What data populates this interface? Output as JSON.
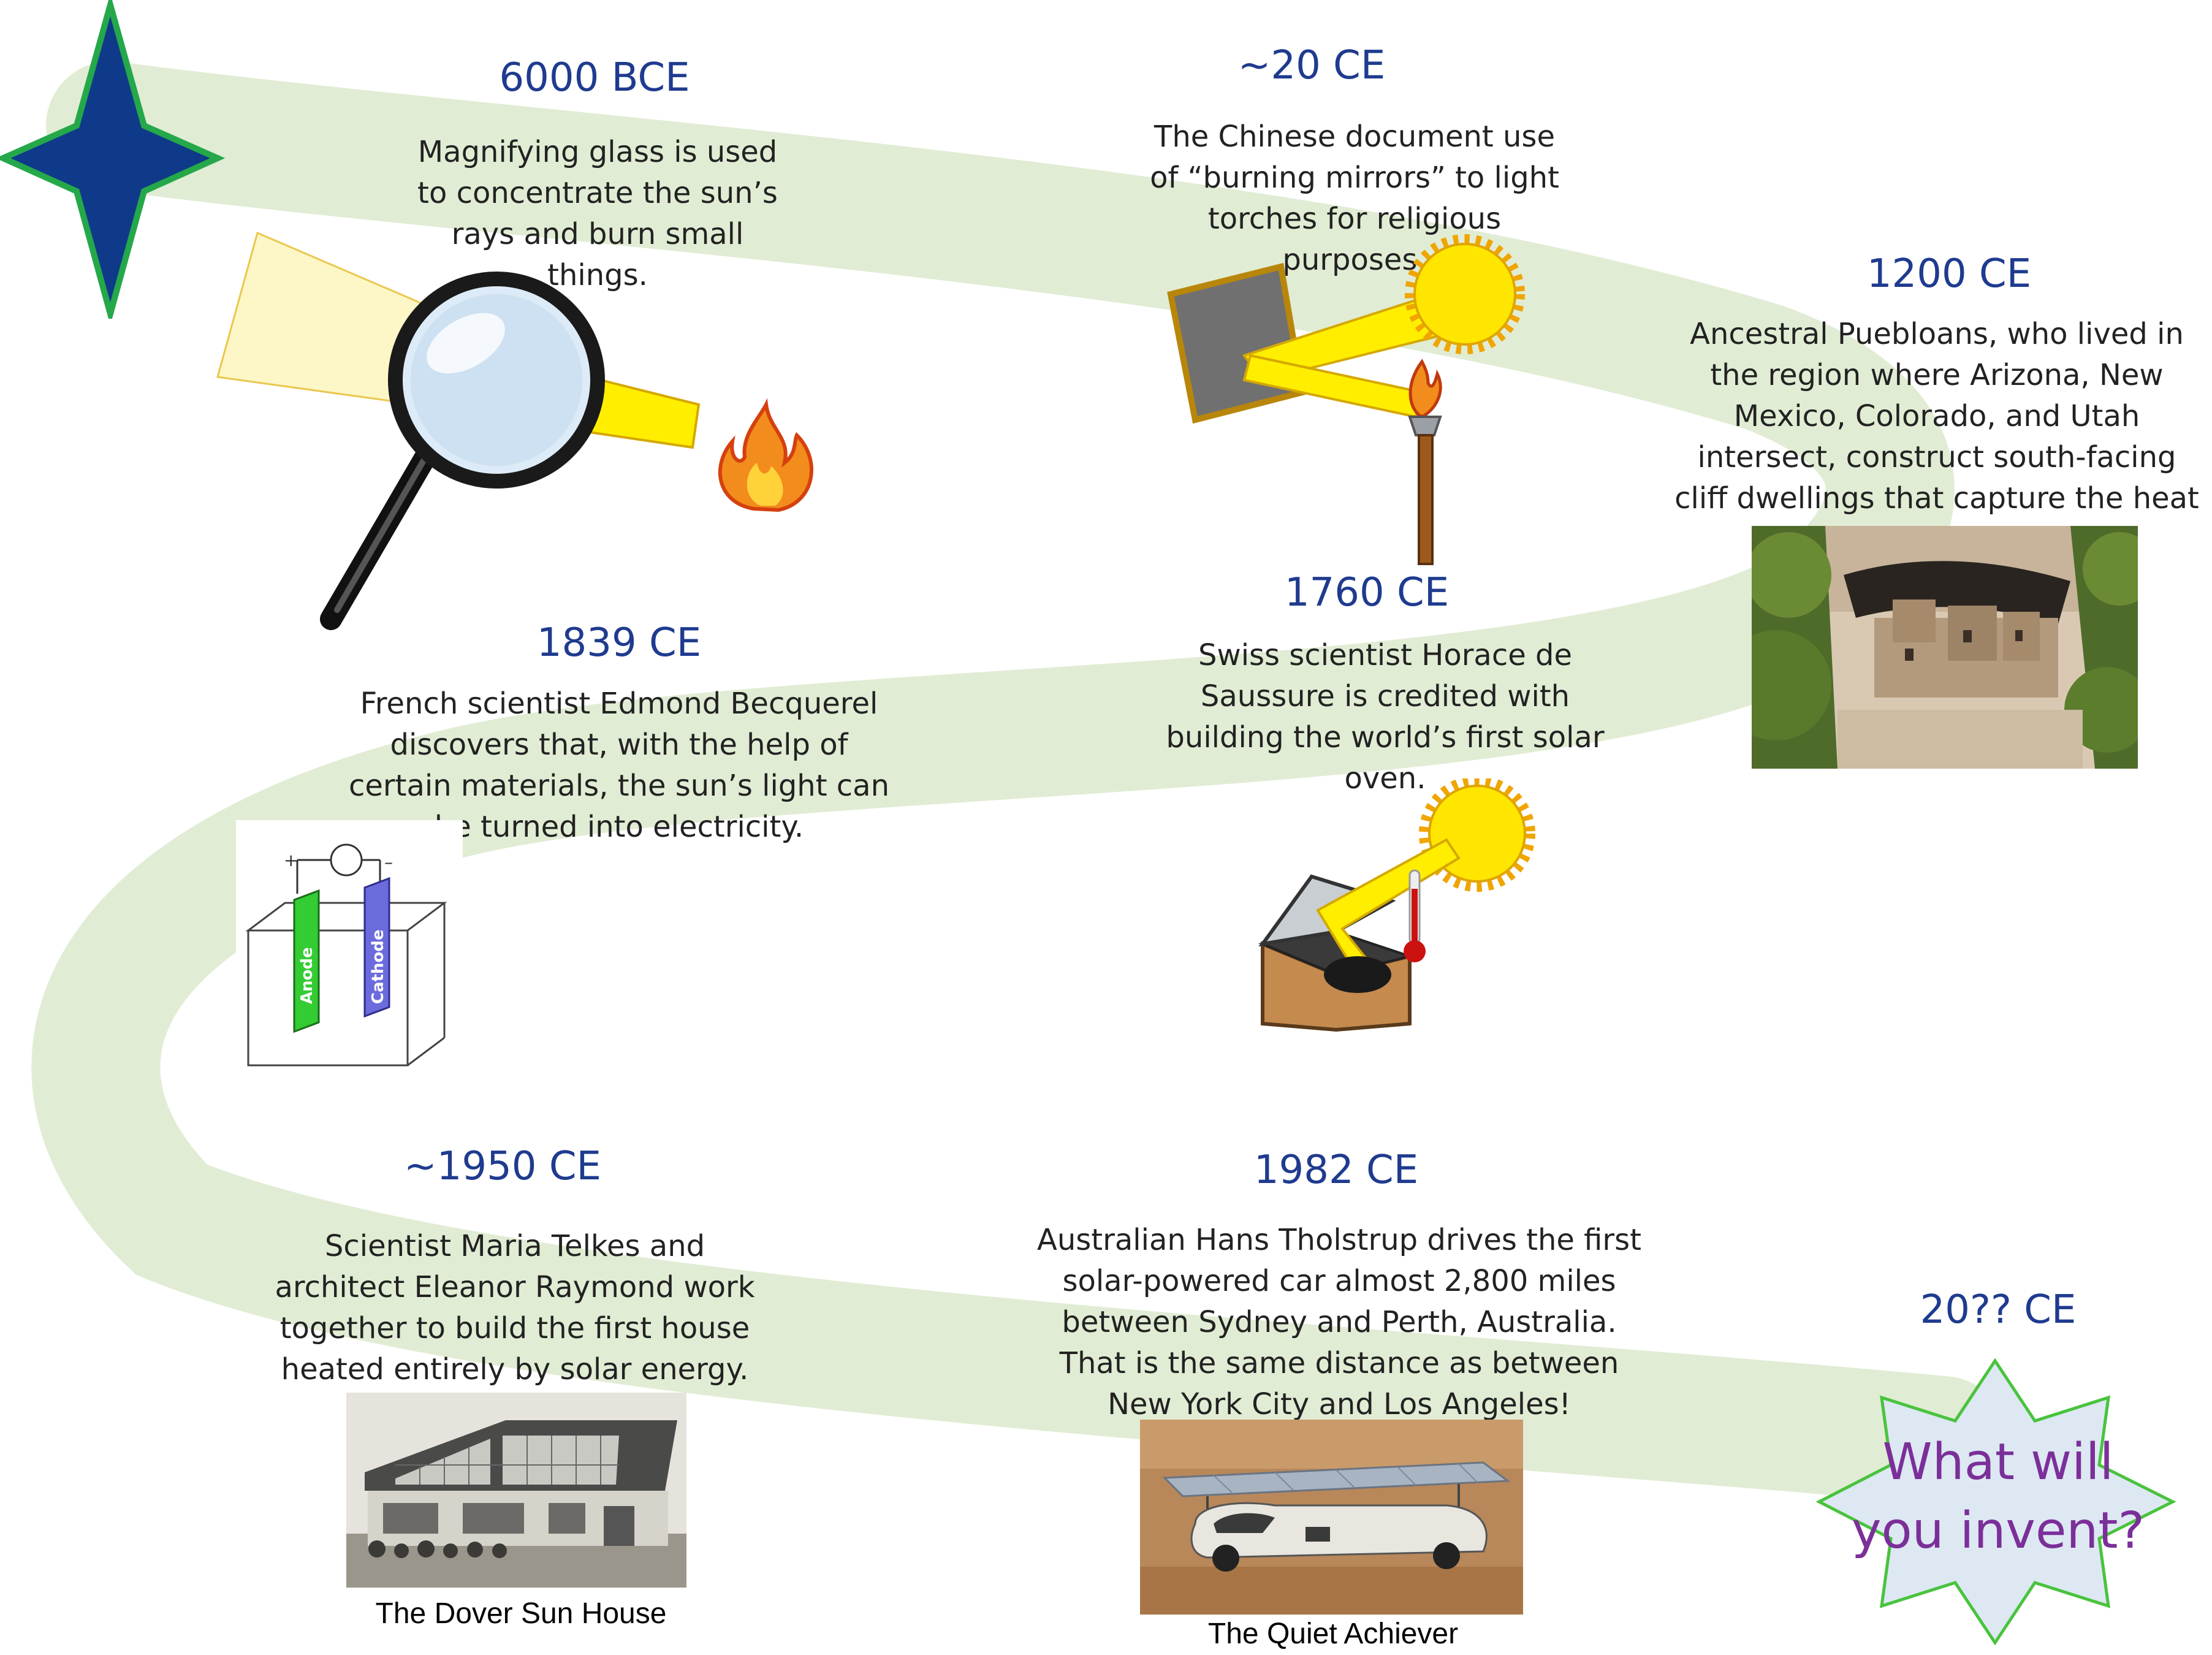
{
  "colors": {
    "path": "#e1ecd4",
    "year_text": "#1f3b8f",
    "star_start_fill": "#0f3a8a",
    "star_start_border": "#24a84a",
    "star_end_fill": "#dde8f3",
    "star_end_border": "#49c33d",
    "star_end_text": "#7b2f99"
  },
  "events": [
    {
      "year": "6000 BCE",
      "text": "Magnifying glass is used to concentrate the sun’s rays and burn small things.",
      "icon": "magnifying-glass-fire"
    },
    {
      "year": "~20 CE",
      "text": "The Chinese document use of “burning mirrors” to light torches for religious purposes.",
      "icon": "mirror-sun-torch"
    },
    {
      "year": "1200 CE",
      "text": "Ancestral Puebloans, who lived in the region where Arizona, New Mexico, Colorado, and Utah intersect, construct south-facing cliff dwellings that capture the heat of the winter sun.",
      "icon": "cliff-dwelling-photo"
    },
    {
      "year": "1760 CE",
      "text": "Swiss scientist Horace de Saussure is credited with building the world’s first solar oven.",
      "icon": "solar-oven"
    },
    {
      "year": "1839 CE",
      "text": "French scientist Edmond Becquerel discovers that, with the help of certain materials, the sun’s light can be turned into electricity.",
      "icon": "electrolytic-cell",
      "labels": [
        "Anode",
        "Cathode",
        "+",
        "–"
      ]
    },
    {
      "year": "~1950 CE",
      "text": "Scientist Maria Telkes and architect Eleanor Raymond work together to build the first house heated entirely by solar energy.",
      "icon": "solar-house-photo",
      "caption": "The Dover Sun House"
    },
    {
      "year": "1982 CE",
      "text": "Australian Hans Tholstrup drives the first solar-powered car almost 2,800 miles between Sydney and Perth, Australia. That is the same distance as between New York City and Los Angeles!",
      "icon": "solar-car-photo",
      "caption": "The Quiet Achiever"
    },
    {
      "year": "20?? CE",
      "text": "What will you invent?",
      "icon": "star-burst"
    }
  ]
}
